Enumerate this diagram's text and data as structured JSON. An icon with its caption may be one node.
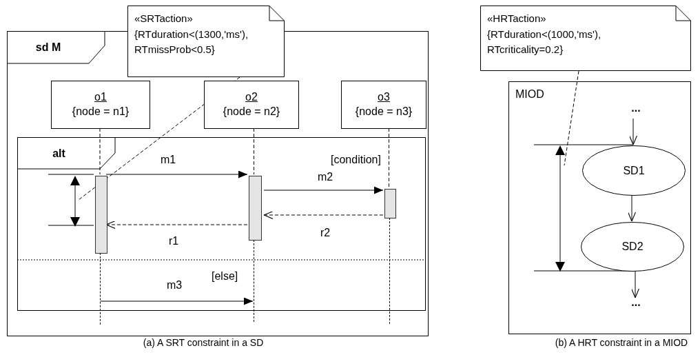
{
  "diagram": {
    "nodes": [
      {
        "text": [
          "sd M"
        ]
      },
      {
        "text": [
          "«SRTaction»",
          "{RTduration<(1300,'ms'), RTmissProb<0.5}"
        ]
      },
      {
        "text": [
          "o1",
          "{node = n1}"
        ],
        "in": 0
      },
      {
        "text": [
          "o2",
          "{node = n2}"
        ],
        "in": 0
      },
      {
        "text": [
          "o3",
          "{node = n3}"
        ],
        "in": 0
      },
      {
        "text": [
          "alt",
          "[condition]",
          "[else]"
        ],
        "in": 0
      },
      {
        "text": [],
        "shape": "bar",
        "in": 5
      },
      {
        "text": [],
        "shape": "bar",
        "in": 5
      },
      {
        "text": [],
        "shape": "bar",
        "in": 5
      },
      {
        "text": [],
        "shape": "interval",
        "in": 5
      },
      {
        "text": [
          "«HRTaction»",
          "{RTduration<(1000,'ms'), RTcriticality=0.2}"
        ]
      },
      {
        "text": [
          "MIOD"
        ]
      },
      {
        "text": [
          "..."
        ],
        "in": 11
      },
      {
        "text": [
          "SD1"
        ],
        "in": 11
      },
      {
        "text": [
          "SD2"
        ],
        "in": 11
      },
      {
        "text": [
          "..."
        ],
        "in": 11
      },
      {
        "text": [],
        "shape": "interval",
        "in": 11
      },
      {
        "text": [],
        "shape": "line",
        "in": 0
      },
      {
        "text": [],
        "shape": "line",
        "in": 0
      },
      {
        "text": [],
        "shape": "line",
        "in": 0
      }
    ],
    "edges": [
      {
        "from": 1,
        "to": 9,
        "arrow": "none",
        "style": "dashed"
      },
      {
        "from": 2,
        "to": 6,
        "arrow": "none",
        "style": "dashed"
      },
      {
        "from": 3,
        "to": 7,
        "arrow": "none",
        "style": "dashed"
      },
      {
        "from": 4,
        "to": 8,
        "arrow": "none",
        "style": "dashed"
      },
      {
        "from": 6,
        "to": 7,
        "arrow": "to",
        "label": "m1"
      },
      {
        "from": 7,
        "to": 8,
        "arrow": "to",
        "label": "m2"
      },
      {
        "from": 8,
        "to": 7,
        "arrow": "to",
        "label": "r2",
        "style": "dashed"
      },
      {
        "from": 7,
        "to": 6,
        "arrow": "to",
        "label": "r1",
        "style": "dashed"
      },
      {
        "from": 17,
        "to": 18,
        "arrow": "to",
        "label": "m3"
      },
      {
        "from": 10,
        "to": 16,
        "arrow": "none",
        "style": "dashed"
      },
      {
        "from": 12,
        "to": 13,
        "arrow": "to"
      },
      {
        "from": 13,
        "to": 14,
        "arrow": "to"
      },
      {
        "from": 14,
        "to": 15,
        "arrow": "to"
      }
    ],
    "labels": [
      "(a) A SRT constraint in a SD",
      "(b) A HRT constraint in a MIOD"
    ]
  }
}
